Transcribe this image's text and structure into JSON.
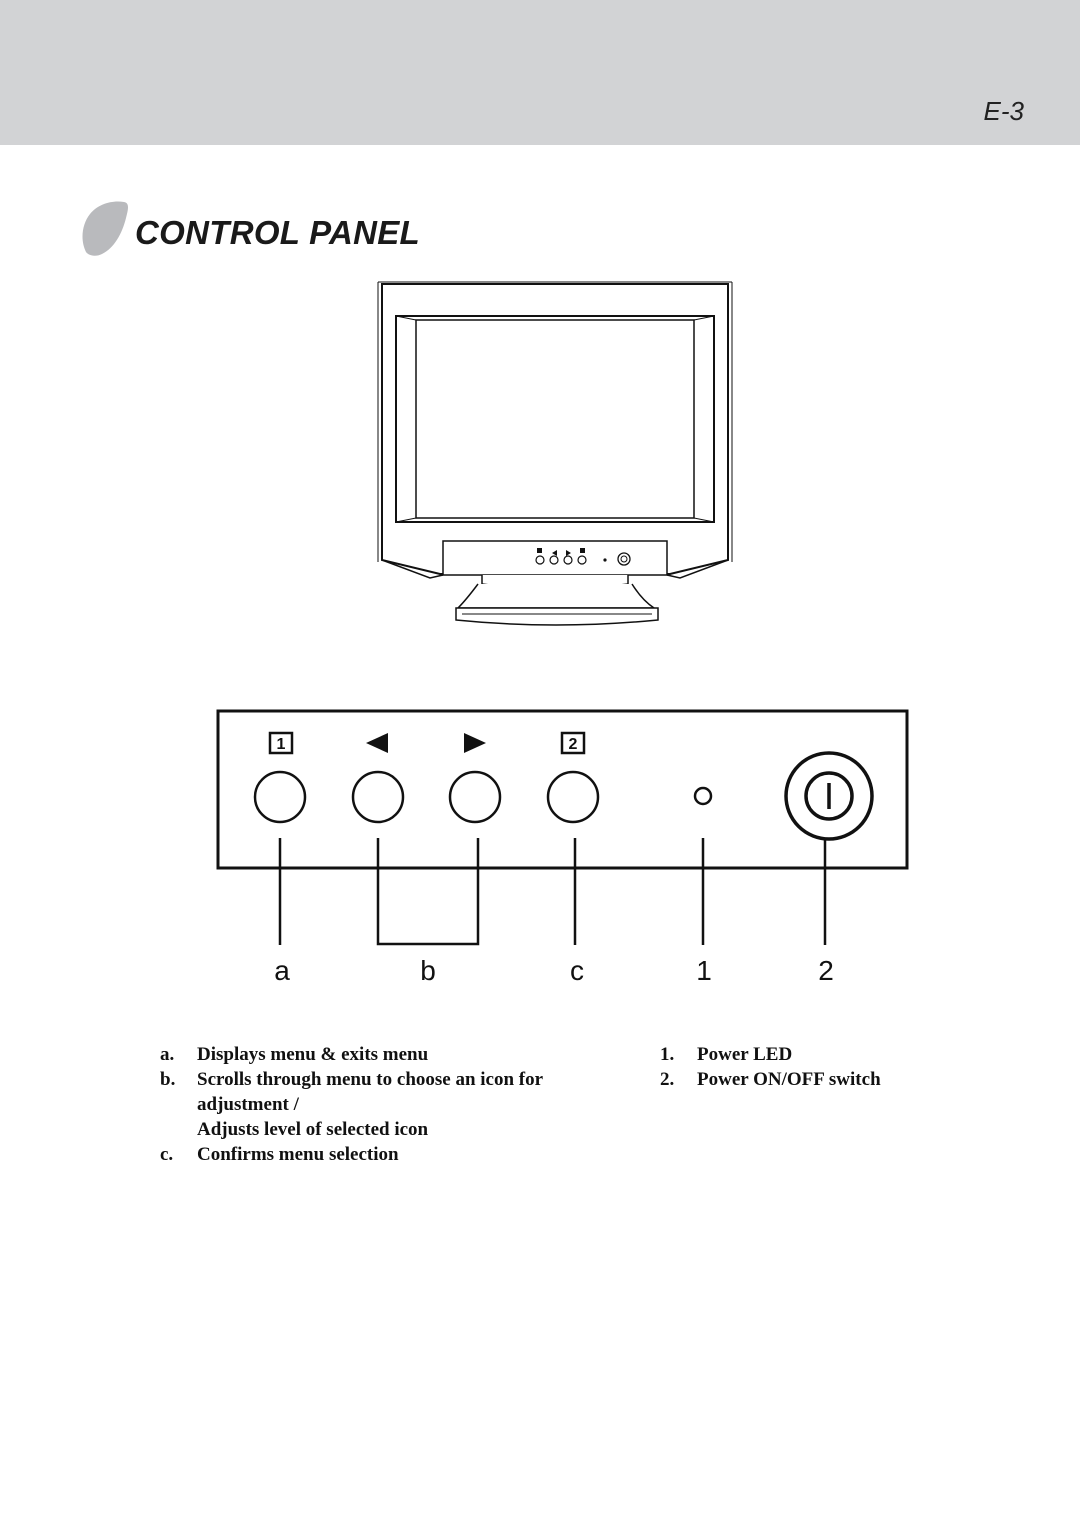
{
  "header": {
    "page_number": "E-3"
  },
  "section": {
    "title": "CONTROL PANEL"
  },
  "panel": {
    "labels": {
      "button_1": "1",
      "button_2": "2"
    },
    "callouts": [
      "a",
      "b",
      "c",
      "1",
      "2"
    ]
  },
  "legend": {
    "left": [
      {
        "key": "a.",
        "text": "Displays menu & exits menu"
      },
      {
        "key": "b.",
        "text": "Scrolls through menu to choose an icon for adjustment /"
      },
      {
        "key": "",
        "text": "Adjusts level of selected icon"
      },
      {
        "key": "c.",
        "text": "Confirms menu selection"
      }
    ],
    "right": [
      {
        "key": "1.",
        "text": "Power LED"
      },
      {
        "key": "2.",
        "text": "Power ON/OFF switch"
      }
    ]
  },
  "icons": {
    "title_marker": "gray-blob-icon",
    "left_arrow": "left-triangle-icon",
    "right_arrow": "right-triangle-icon",
    "power": "power-symbol-icon"
  },
  "colors": {
    "header_band": "#d2d3d5",
    "title_blob": "#b9babd"
  }
}
